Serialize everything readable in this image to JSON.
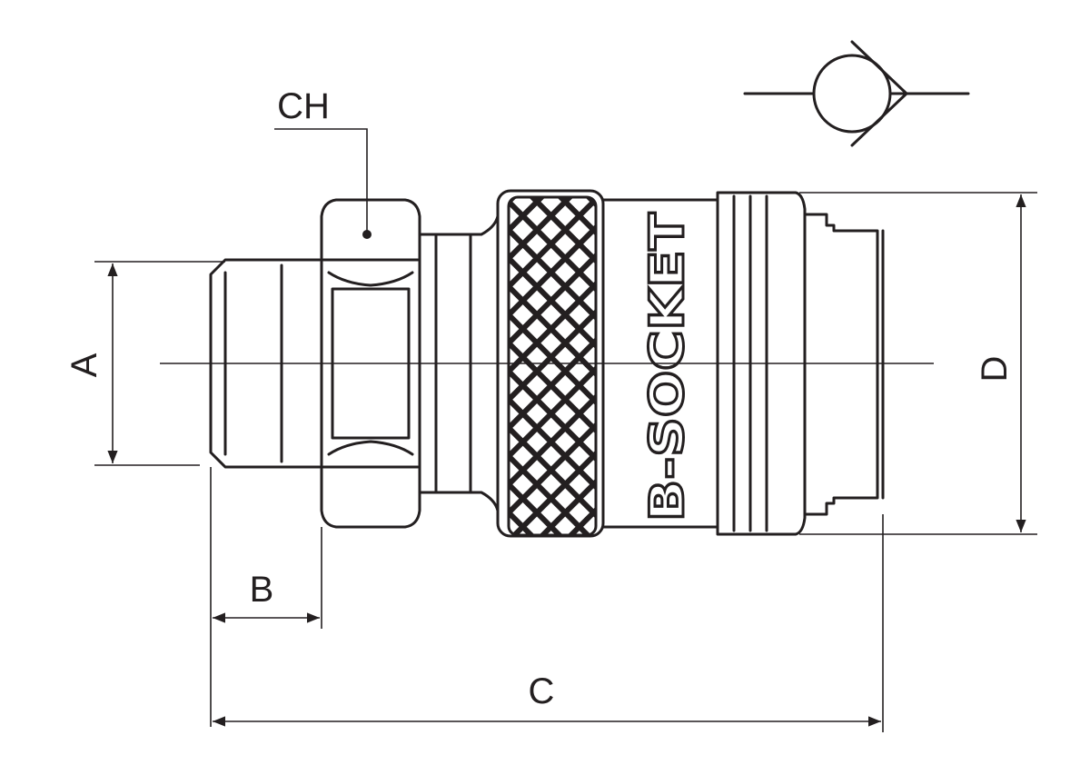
{
  "labels": {
    "a": "A",
    "b": "B",
    "c": "C",
    "d": "D",
    "ch": "CH"
  },
  "brand": {
    "text": "B-SOCKET"
  },
  "colors": {
    "ink": "#231f20",
    "background": "#ffffff"
  }
}
